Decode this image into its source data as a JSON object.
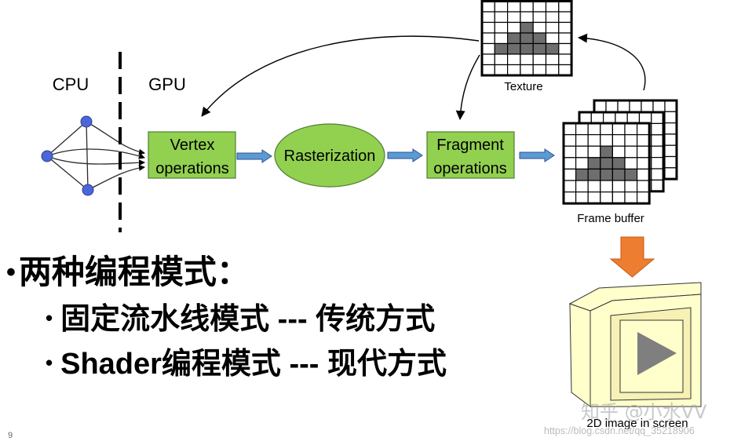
{
  "slide": {
    "page_number": "9"
  },
  "diagram": {
    "cpu_label": "CPU",
    "gpu_label": "GPU",
    "vertex_stage": {
      "line1": "Vertex",
      "line2": "operations"
    },
    "raster_stage": {
      "label": "Rasterization"
    },
    "fragment_stage": {
      "line1": "Fragment",
      "line2": "operations"
    },
    "texture_label": "Texture",
    "frame_buffer_label": "Frame buffer",
    "screen_label": "2D image in screen",
    "colors": {
      "stage_fill": "#92D050",
      "cpu_node": "#4B66D8",
      "flow_arrow": "#5B9BD5",
      "output_arrow": "#ED7D31",
      "texel": "#6E6E6E",
      "screen_body": "#FFFFCC",
      "screen_bevel": "#F7F1B5",
      "play_icon": "#7F7F7F"
    },
    "icons": {
      "screen": "play-icon"
    }
  },
  "bullets": {
    "marker": "•",
    "heading": "两种编程模式：",
    "items": [
      "固定流水线模式 --- 传统方式",
      "Shader编程模式 --- 现代方式"
    ]
  },
  "watermarks": {
    "zhihu": "知乎 @小水VV",
    "csdn_url": "https://blog.csdn.net/qq_35218906"
  }
}
